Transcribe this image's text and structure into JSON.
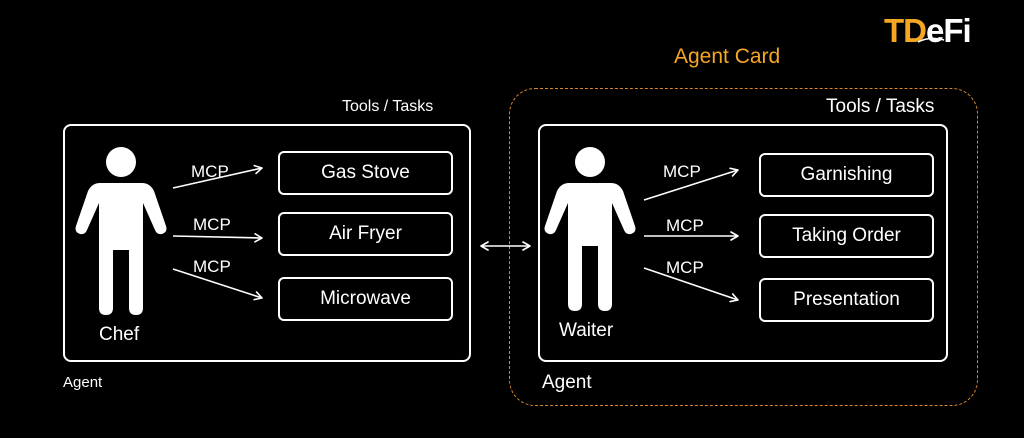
{
  "logo": {
    "td": "TD",
    "efi": "eFi"
  },
  "agent_card": {
    "title": "Agent Card"
  },
  "left": {
    "tools_title": "Tools / Tasks",
    "person_label": "Chef",
    "agent_label": "Agent",
    "mcp_labels": [
      "MCP",
      "MCP",
      "MCP"
    ],
    "tools": [
      "Gas Stove",
      "Air Fryer",
      "Microwave"
    ]
  },
  "right": {
    "tools_title": "Tools / Tasks",
    "person_label": "Waiter",
    "agent_label": "Agent",
    "mcp_labels": [
      "MCP",
      "MCP",
      "MCP"
    ],
    "tools": [
      "Garnishing",
      "Taking Order",
      "Presentation"
    ]
  },
  "colors": {
    "background": "#000000",
    "foreground": "#ffffff",
    "accent_orange": "#f5a623",
    "card_dash": "#d9852f"
  },
  "icons": [
    "person-icon",
    "arrow-icon",
    "double-arrow-icon"
  ]
}
